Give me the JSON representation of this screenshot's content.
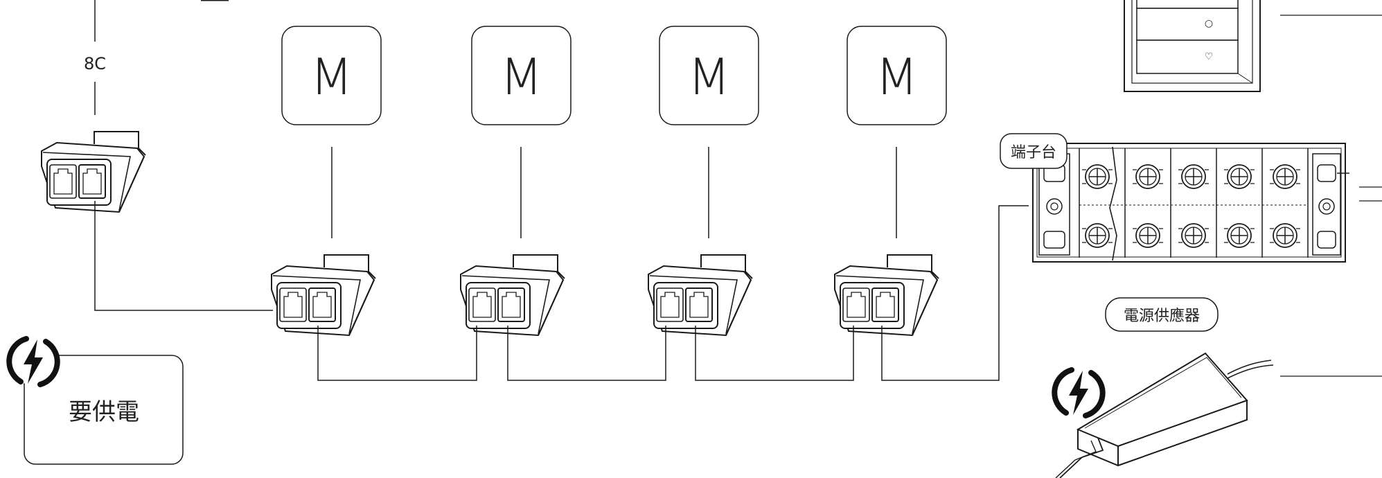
{
  "cable_label": "8C",
  "motor_label": "M",
  "power_note_label": "要供電",
  "terminal_label": "端子台",
  "power_supply_label": "電源供應器",
  "switch_button_symbols": [
    "○",
    "♡"
  ],
  "icons": {
    "power": "lightning-bolt-icon",
    "splitter": "rj-splitter-icon",
    "terminal_block": "terminal-block-icon",
    "adapter": "power-adapter-icon",
    "switch_panel": "wall-switch-icon"
  },
  "colors": {
    "line": "#1a1a1a",
    "background": "#ffffff"
  }
}
